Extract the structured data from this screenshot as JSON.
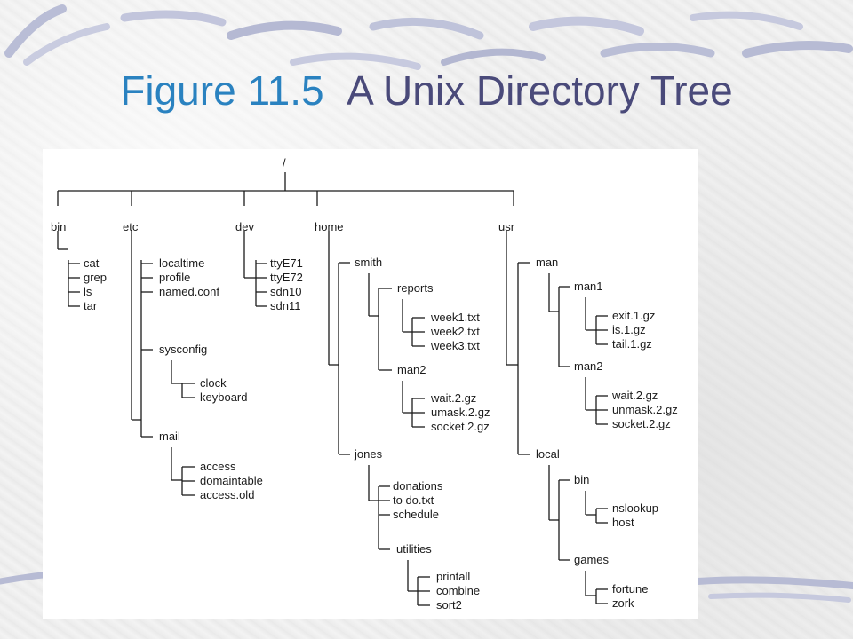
{
  "title": {
    "figure": "Figure 11.5",
    "text": "A Unix Directory Tree"
  },
  "tree": {
    "root": "/",
    "top_dirs": [
      "bin",
      "etc",
      "dev",
      "home",
      "usr"
    ],
    "bin": [
      "cat",
      "grep",
      "ls",
      "tar"
    ],
    "etc": {
      "files": [
        "localtime",
        "profile",
        "named.conf"
      ],
      "sysconfig": {
        "label": "sysconfig",
        "children": [
          "clock",
          "keyboard"
        ]
      },
      "mail": {
        "label": "mail",
        "children": [
          "access",
          "domaintable",
          "access.old"
        ]
      }
    },
    "dev": [
      "ttyE71",
      "ttyE72",
      "sdn10",
      "sdn11"
    ],
    "home": {
      "smith": {
        "label": "smith",
        "reports": {
          "label": "reports",
          "children": [
            "week1.txt",
            "week2.txt",
            "week3.txt"
          ]
        },
        "man2": {
          "label": "man2",
          "children": [
            "wait.2.gz",
            "umask.2.gz",
            "socket.2.gz"
          ]
        }
      },
      "jones": {
        "label": "jones",
        "files": [
          "donations",
          "to do.txt",
          "schedule"
        ],
        "utilities": {
          "label": "utilities",
          "children": [
            "printall",
            "combine",
            "sort2"
          ]
        }
      }
    },
    "usr": {
      "man": {
        "label": "man",
        "man1": {
          "label": "man1",
          "children": [
            "exit.1.gz",
            "is.1.gz",
            "tail.1.gz"
          ]
        },
        "man2": {
          "label": "man2",
          "children": [
            "wait.2.gz",
            "unmask.2.gz",
            "socket.2.gz"
          ]
        }
      },
      "local": {
        "label": "local",
        "bin": {
          "label": "bin",
          "children": [
            "nslookup",
            "host"
          ]
        },
        "games": {
          "label": "games",
          "children": [
            "fortune",
            "zork"
          ]
        }
      }
    }
  }
}
